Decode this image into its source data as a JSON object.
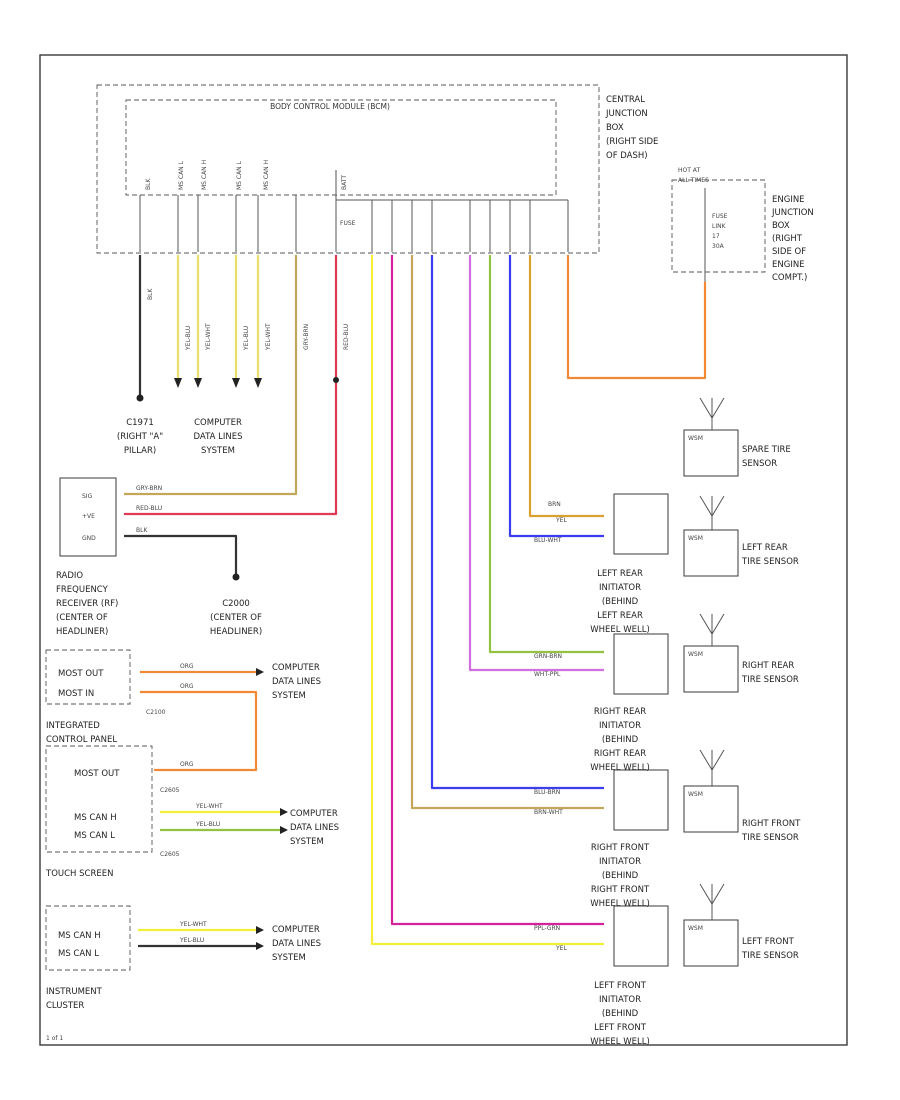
{
  "colors": {
    "orange": "#f28a35",
    "yellow": "#f2ee3a",
    "red": "#e23a55",
    "magenta": "#d4239a",
    "purple": "#cf6fe0",
    "blue": "#3c3cf0",
    "green": "#93c240",
    "tan": "#c2a65a",
    "gold": "#d9a130",
    "black": "#333333",
    "ltyellow": "#e8e06a"
  },
  "labels": {
    "bcm_title": "BODY CONTROL MODULE (BCM)",
    "cjb": [
      "CENTRAL",
      "JUNCTION",
      "BOX",
      "(RIGHT SIDE",
      "OF DASH)"
    ],
    "hot_at": [
      "HOT AT",
      "ALL TIMES"
    ],
    "ejb": [
      "ENGINE",
      "JUNCTION",
      "BOX",
      "(RIGHT",
      "SIDE OF",
      "ENGINE",
      "COMPT.)"
    ],
    "fuse": "FUSE",
    "fuse_link": [
      "FUSE",
      "LINK",
      "17",
      "30A"
    ],
    "g_right_pillar": [
      "C1971",
      "(RIGHT \"A\"",
      "PILLAR)"
    ],
    "cdl_top": [
      "COMPUTER",
      "DATA LINES",
      "SYSTEM"
    ],
    "rf_receiver": [
      "RADIO",
      "FREQUENCY",
      "RECEIVER (RF)",
      "(CENTER OF",
      "HEADLINER)"
    ],
    "c2000": [
      "C2000",
      "(CENTER OF",
      "HEADLINER)"
    ],
    "rf_pins": [
      "SIG",
      "+VE",
      "GND"
    ],
    "rf_wires": [
      "GRY-BRN",
      "RED-BLU",
      "BLK"
    ],
    "integrated": [
      "INTEGRATED",
      "CONTROL PANEL"
    ],
    "icp_pins": [
      "MOST OUT",
      "MOST IN"
    ],
    "icp_conn": "C2100",
    "orange_wire": "ORG",
    "cdl_icp": [
      "COMPUTER",
      "DATA LINES",
      "SYSTEM"
    ],
    "touch": "TOUCH SCREEN",
    "touch_pins": [
      "MOST OUT",
      "MS CAN H",
      "MS CAN L"
    ],
    "touch_conn1": "C2605",
    "touch_conn2": "C2605",
    "touch_wires": [
      "YEL-WHT",
      "YEL-BLU"
    ],
    "cdl_touch": [
      "COMPUTER",
      "DATA LINES",
      "SYSTEM"
    ],
    "instrument": [
      "INSTRUMENT",
      "CLUSTER"
    ],
    "ic_pins": [
      "MS CAN H",
      "MS CAN L"
    ],
    "ic_wires": [
      "YEL-WHT",
      "YEL-BLU"
    ],
    "cdl_ic": [
      "COMPUTER",
      "DATA LINES",
      "SYSTEM"
    ],
    "spare": [
      "SPARE TIRE",
      "SENSOR"
    ],
    "left_rear_sensor": [
      "LEFT REAR",
      "TIRE SENSOR"
    ],
    "right_rear_sensor": [
      "RIGHT REAR",
      "TIRE SENSOR"
    ],
    "right_front_sensor": [
      "RIGHT FRONT",
      "TIRE SENSOR"
    ],
    "left_front_sensor": [
      "LEFT FRONT",
      "TIRE SENSOR"
    ],
    "lr_initiator": [
      "LEFT REAR",
      "INITIATOR",
      "(BEHIND",
      "LEFT REAR",
      "WHEEL WELL)"
    ],
    "rr_initiator": [
      "RIGHT REAR",
      "INITIATOR",
      "(BEHIND",
      "RIGHT REAR",
      "WHEEL WELL)"
    ],
    "rf_initiator": [
      "RIGHT FRONT",
      "INITIATOR",
      "(BEHIND",
      "RIGHT FRONT",
      "WHEEL WELL)"
    ],
    "lf_initiator": [
      "LEFT FRONT",
      "INITIATOR",
      "(BEHIND",
      "LEFT FRONT",
      "WHEEL WELL)"
    ],
    "init_wires": {
      "lr": [
        "BRN",
        "YEL",
        "BLU-WHT"
      ],
      "rr": [
        "GRN-BRN",
        "WHT-PPL"
      ],
      "rf": [
        "BLU-BRN",
        "BRN-WHT"
      ],
      "lf": [
        "PPL-GRN",
        "YEL"
      ]
    },
    "bcm_pins": [
      "BLK",
      "MS CAN L",
      "MS CAN H",
      "MS CAN L",
      "MS CAN H",
      "BATT"
    ],
    "footer": "1 of 1"
  }
}
